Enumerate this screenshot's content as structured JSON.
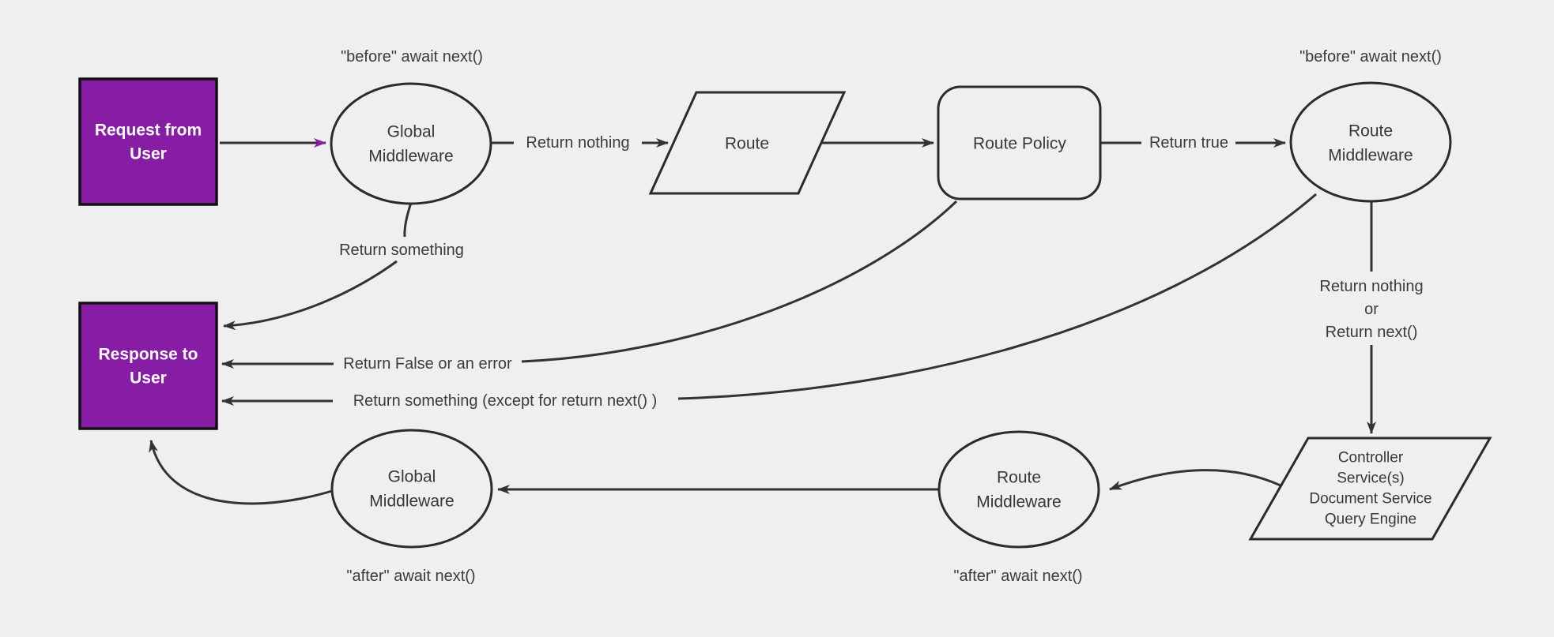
{
  "colors": {
    "background": "#efefef",
    "purple": "#871ca5",
    "purple_border": "#111111",
    "line": "#333333",
    "shape_border": "#2b2b2b",
    "label_text": "#3b3b3b",
    "white_text": "#ffffff"
  },
  "nodes": {
    "request": {
      "line1": "Request from",
      "line2": "User"
    },
    "global_middleware_top": {
      "line1": "Global",
      "line2": "Middleware"
    },
    "route": {
      "label": "Route"
    },
    "route_policy": {
      "label": "Route Policy"
    },
    "route_middleware_top": {
      "line1": "Route",
      "line2": "Middleware"
    },
    "response": {
      "line1": "Response to",
      "line2": "User"
    },
    "route_middleware_bottom": {
      "line1": "Route",
      "line2": "Middleware"
    },
    "global_middleware_bottom": {
      "line1": "Global",
      "line2": "Middleware"
    },
    "controller": {
      "line1": "Controller",
      "line2": "Service(s)",
      "line3": "Document Service",
      "line4": "Query Engine"
    }
  },
  "edge_labels": {
    "before_await_left": "\"before\" await next()",
    "before_await_right": "\"before\" await next()",
    "return_nothing": "Return nothing",
    "return_true": "Return true",
    "return_something": "Return something",
    "return_false_or_error": "Return False or an error",
    "return_something_except": "Return something (except for return next() )",
    "return_nothing_or_1": "Return nothing",
    "return_nothing_or_2": "or",
    "return_nothing_or_3": "Return next()",
    "after_await_left": "\"after\" await next()",
    "after_await_right": "\"after\" await next()"
  }
}
